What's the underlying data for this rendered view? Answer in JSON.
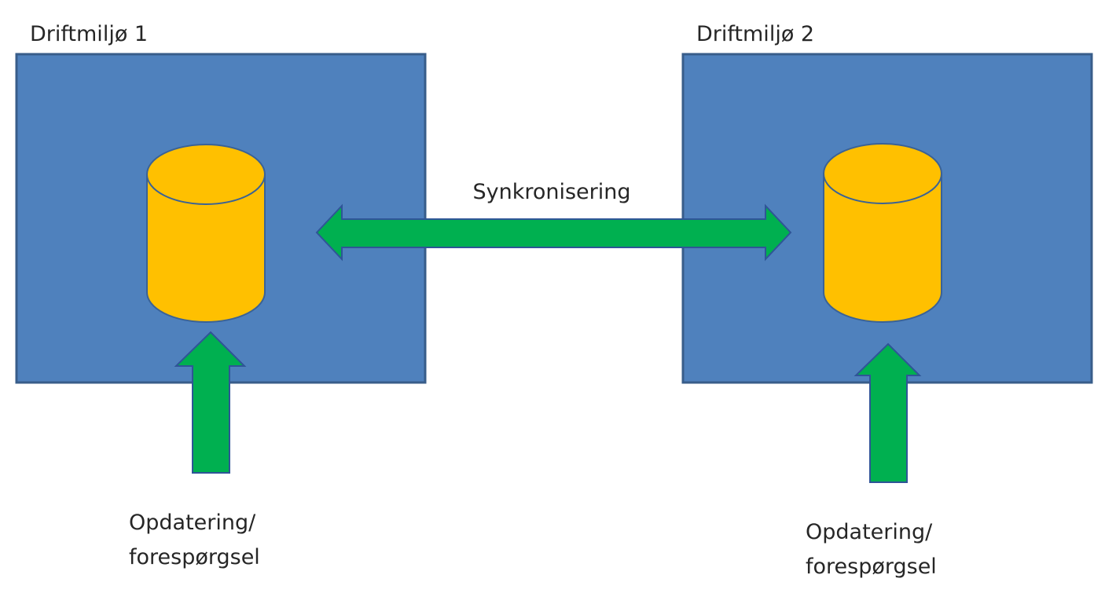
{
  "diagram": {
    "environments": [
      {
        "id": "env1",
        "title": "Driftmiljø 1",
        "database": "database",
        "input_label": [
          "Opdatering/",
          "forespørgsel"
        ]
      },
      {
        "id": "env2",
        "title": "Driftmiljø 2",
        "database": "database",
        "input_label": [
          "Opdatering/",
          "forespørgsel"
        ]
      }
    ],
    "sync": {
      "label": "Synkronisering",
      "direction": "bidirectional"
    },
    "colors": {
      "environment_fill": "#4f81bd",
      "environment_stroke": "#385d8a",
      "database_fill": "#ffc000",
      "database_stroke": "#3a6296",
      "arrow_fill": "#00b050",
      "arrow_stroke": "#2f5597",
      "text": "#262626"
    }
  }
}
